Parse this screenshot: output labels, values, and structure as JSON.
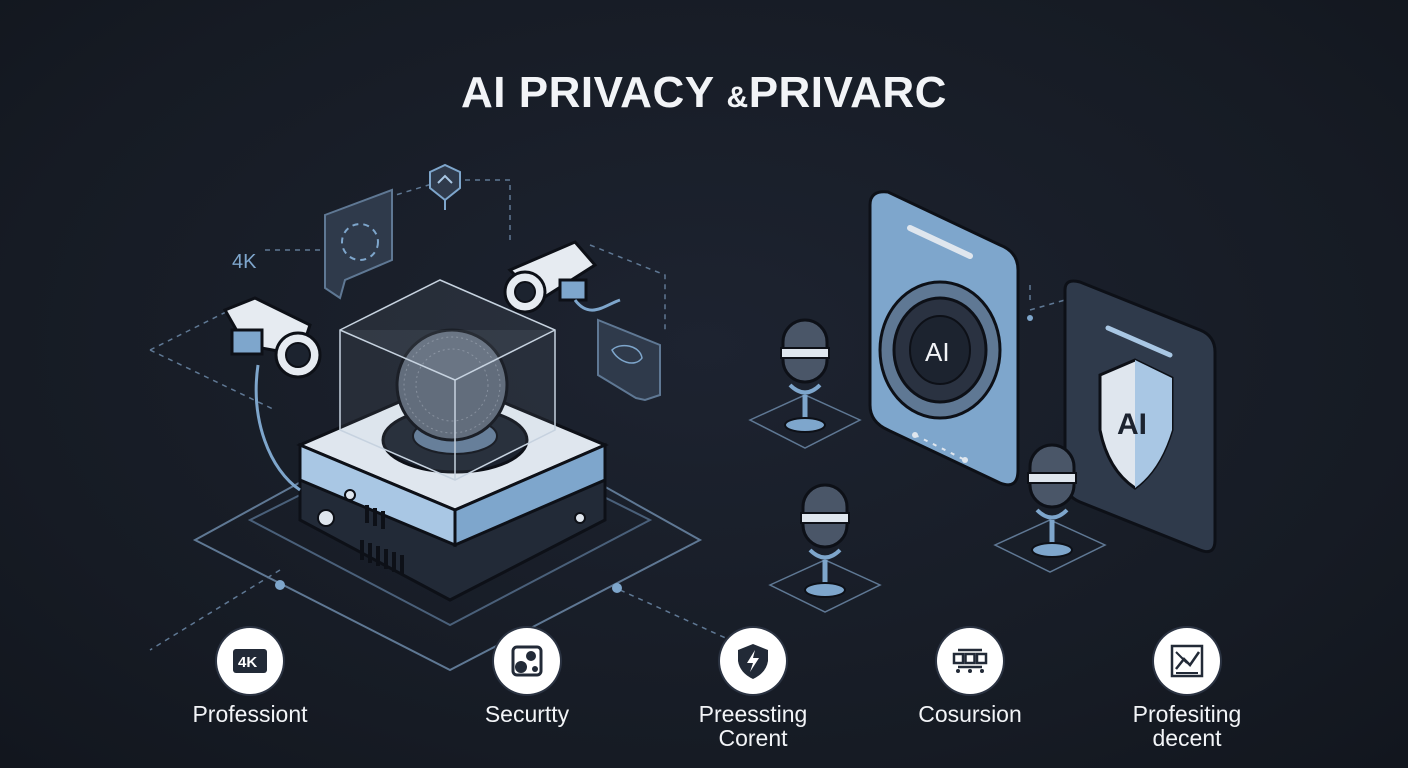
{
  "title": {
    "main": "AI PRIVACY ",
    "amp": "&",
    "rest": "PRIVARC"
  },
  "illustration": {
    "camera_label": "4K",
    "tablet_badge": "AI",
    "shield_badge": "AI"
  },
  "features": [
    {
      "label": "Professiont",
      "icon": "4k-icon",
      "icon_text": "4K"
    },
    {
      "label": "Securtty",
      "icon": "security-puzzle-icon"
    },
    {
      "label": "Preessting\nCorent",
      "icon": "shield-bolt-icon"
    },
    {
      "label": "Cosursion",
      "icon": "network-nodes-icon"
    },
    {
      "label": "Profesiting\ndecent",
      "icon": "chart-document-icon"
    }
  ],
  "colors": {
    "background": "#171c26",
    "accent_blue": "#7ea6cc",
    "light_blue": "#a9c7e4",
    "line": "#5f7894",
    "text": "#f2f4f7"
  }
}
